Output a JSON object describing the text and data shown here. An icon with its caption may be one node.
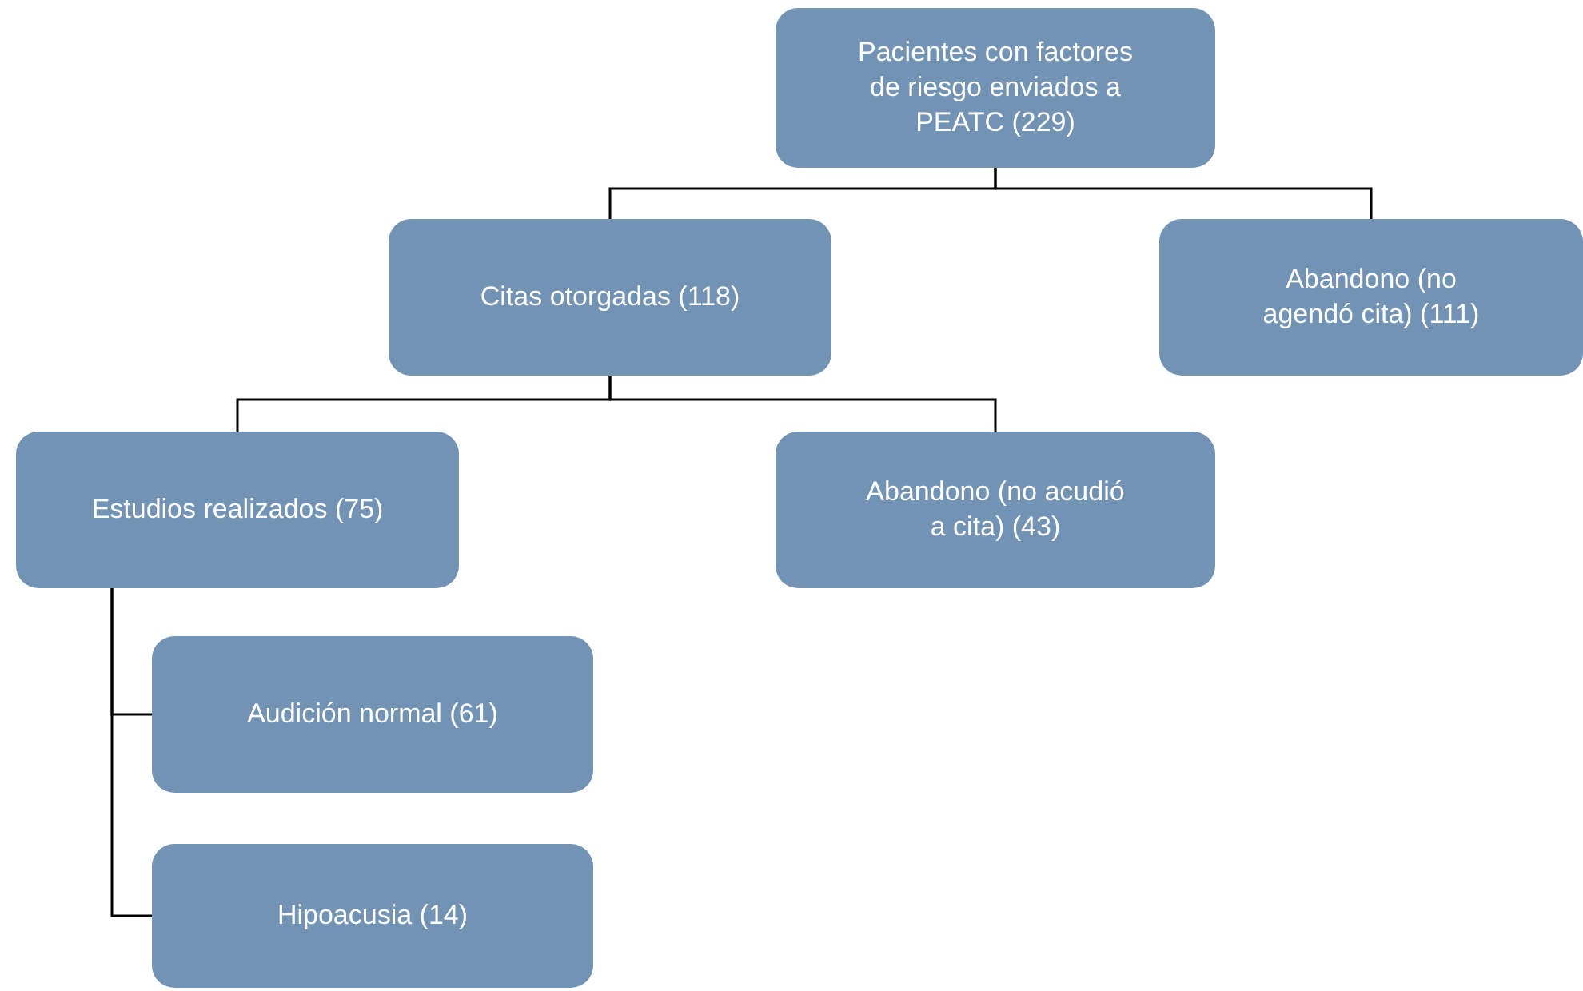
{
  "diagram": {
    "nodes": [
      {
        "text": [
          "Pacientes con factores de riesgo enviados a PEATC (229)"
        ]
      },
      {
        "text": [
          "Citas otorgadas (118)"
        ]
      },
      {
        "text": [
          "Abandono (no agendó cita) (111)"
        ]
      },
      {
        "text": [
          "Estudios realizados (75)"
        ]
      },
      {
        "text": [
          "Abandono (no acudió a cita) (43)"
        ]
      },
      {
        "text": [
          "Audición normal (61)"
        ]
      },
      {
        "text": [
          "Hipoacusia (14)"
        ]
      }
    ],
    "edges": [
      {
        "from": 0,
        "to": 1,
        "arrow": "none"
      },
      {
        "from": 0,
        "to": 2,
        "arrow": "none"
      },
      {
        "from": 1,
        "to": 3,
        "arrow": "none"
      },
      {
        "from": 1,
        "to": 4,
        "arrow": "none"
      },
      {
        "from": 3,
        "to": 5,
        "arrow": "none"
      },
      {
        "from": 3,
        "to": 6,
        "arrow": "none"
      }
    ]
  }
}
